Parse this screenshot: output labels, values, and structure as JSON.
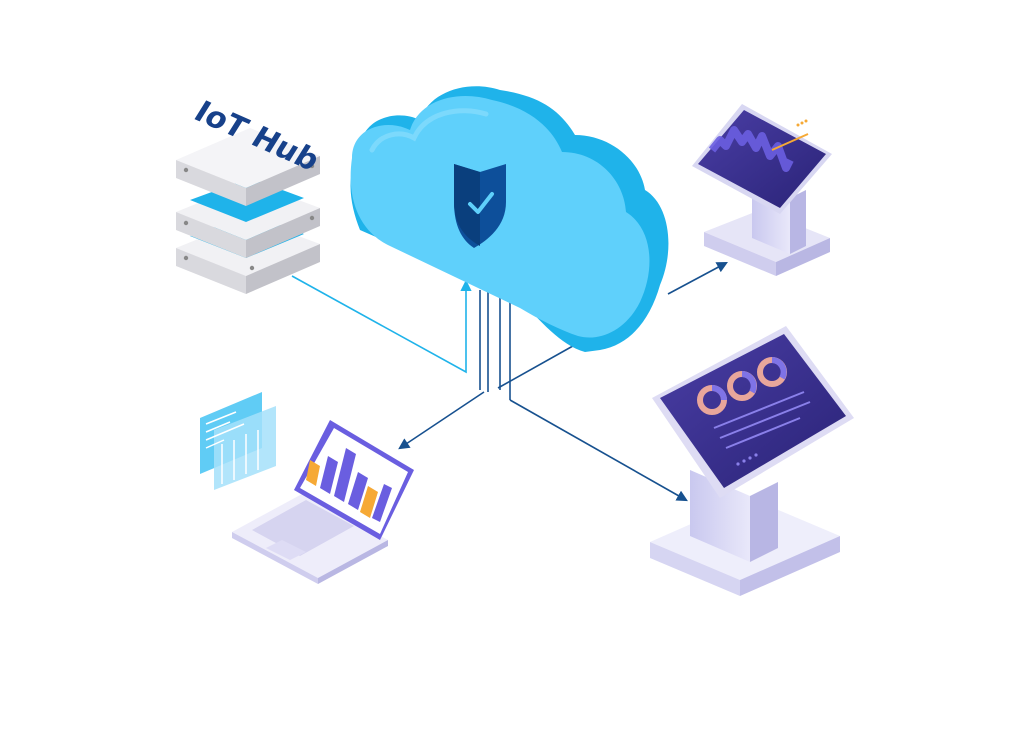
{
  "server": {
    "label": "IoT Hub"
  },
  "cloud": {
    "badge_icon": "shield-check-icon"
  },
  "devices": [
    {
      "name": "kiosk-small",
      "screen_icon": "line-chart-icon"
    },
    {
      "name": "kiosk-large",
      "screen_icon": "donut-charts-icon"
    },
    {
      "name": "laptop",
      "screen_icon": "bar-chart-icon"
    }
  ],
  "colors": {
    "cloud": "#41c4f5",
    "cloud_dark": "#1ba6e0",
    "shield": "#0d4f9a",
    "connector_light": "#1fb3ea",
    "connector_dark": "#17518f",
    "screen": "#3b2f8f",
    "chart_orange": "#f6a935",
    "chart_purple": "#6a5ee0",
    "donut_pink": "#e8a69b"
  }
}
